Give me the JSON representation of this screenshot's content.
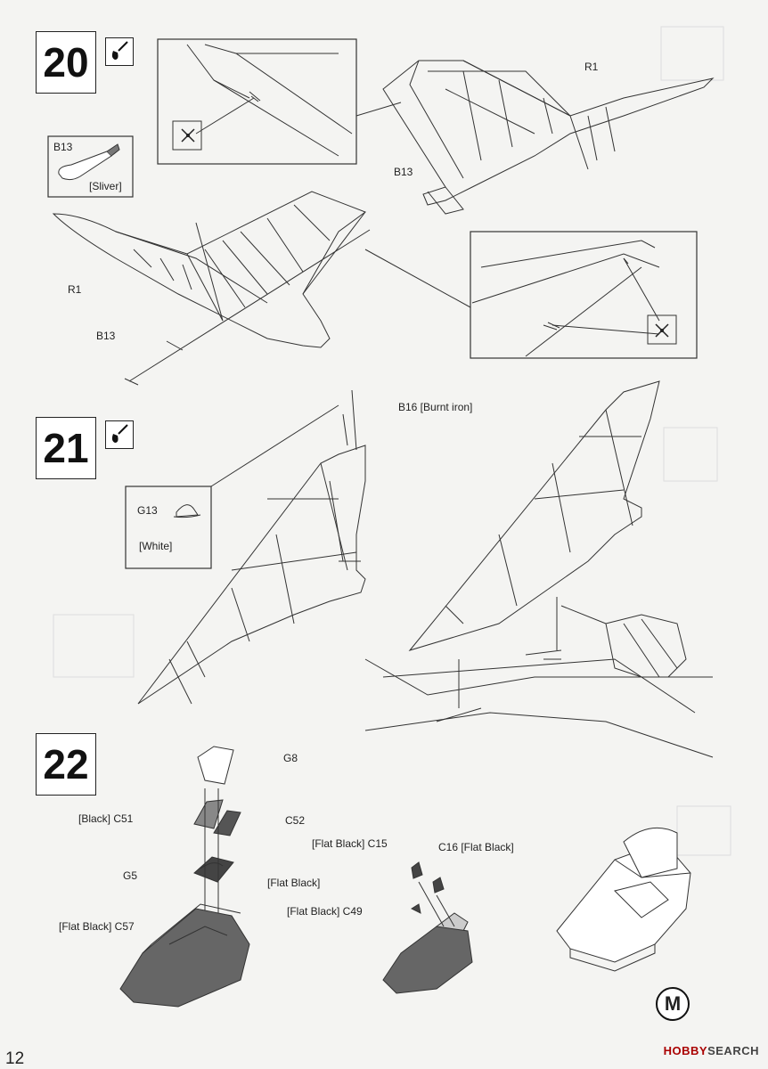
{
  "steps": [
    {
      "number": "20"
    },
    {
      "number": "21"
    },
    {
      "number": "22"
    }
  ],
  "step20": {
    "callout_part": "B13",
    "callout_paint": "[Sliver]",
    "label_r1_top": "R1",
    "label_b13_top": "B13",
    "label_r1_left": "R1",
    "label_b13_left": "B13"
  },
  "step21": {
    "label_b16": "B16 [Burnt iron]",
    "callout_part": "G13",
    "callout_paint": "[White]"
  },
  "step22": {
    "label_g8": "G8",
    "label_c51": "[Black] C51",
    "label_c52": "C52",
    "label_g5": "G5",
    "label_g5_paint": "[Flat Black]",
    "label_c57": "[Flat Black] C57",
    "label_c15": "[Flat Black]  C15",
    "label_c16": "C16 [Flat Black]",
    "label_c49": "[Flat Black] C49",
    "badge": "M"
  },
  "footer": {
    "page_number": "12",
    "watermark_brand": "HOBBY",
    "watermark_search": "SEARCH"
  },
  "icons": [
    "glue-drop-icon",
    "nipper-icon",
    "trim-icon"
  ]
}
